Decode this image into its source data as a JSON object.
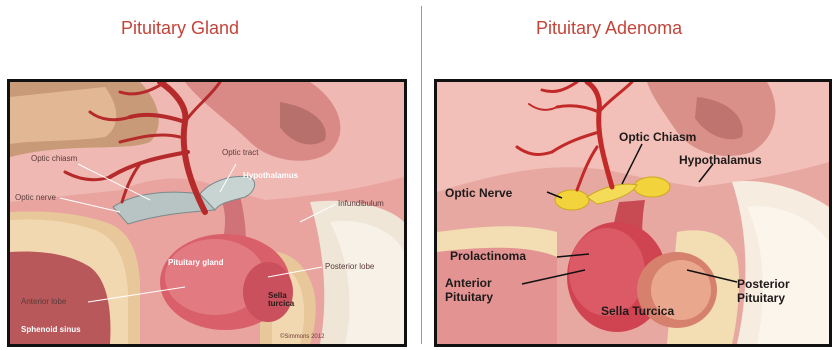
{
  "left_panel": {
    "title": "Pituitary Gland",
    "labels": {
      "optic_chiasm": "Optic chiasm",
      "optic_nerve": "Optic nerve",
      "optic_tract": "Optic tract",
      "hypothalamus": "Hypothalamus",
      "infundibulum": "Infundibulum",
      "pituitary_gland": "Pituitary gland",
      "posterior_lobe": "Posterior lobe",
      "anterior_lobe": "Anterior lobe",
      "sella_turcica": "Sella turcica",
      "sphenoid_sinus": "Sphenoid sinus"
    },
    "credit": "©Simmons 2012"
  },
  "right_panel": {
    "title": "Pituitary Adenoma",
    "labels": {
      "optic_chiasm": "Optic Chiasm",
      "hypothalamus": "Hypothalamus",
      "optic_nerve": "Optic Nerve",
      "prolactinoma": "Prolactinoma",
      "anterior_pituitary_1": "Anterior",
      "anterior_pituitary_2": "Pituitary",
      "sella_turcica": "Sella Turcica",
      "posterior_pituitary_1": "Posterior",
      "posterior_pituitary_2": "Pituitary"
    }
  }
}
